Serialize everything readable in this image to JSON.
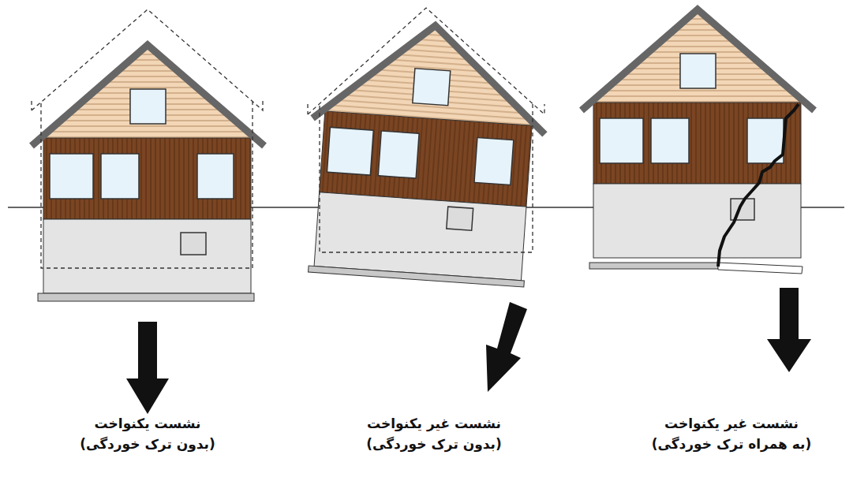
{
  "diagram": {
    "labels": [
      "نشست یکنواخت",
      "(بدون ترک خوردگی)",
      "نشست غیر یکنواخت",
      "(بدون ترک خوردگی)",
      "نشست غیر یکنواخت",
      "(به همراه ترک خوردگی)"
    ]
  }
}
